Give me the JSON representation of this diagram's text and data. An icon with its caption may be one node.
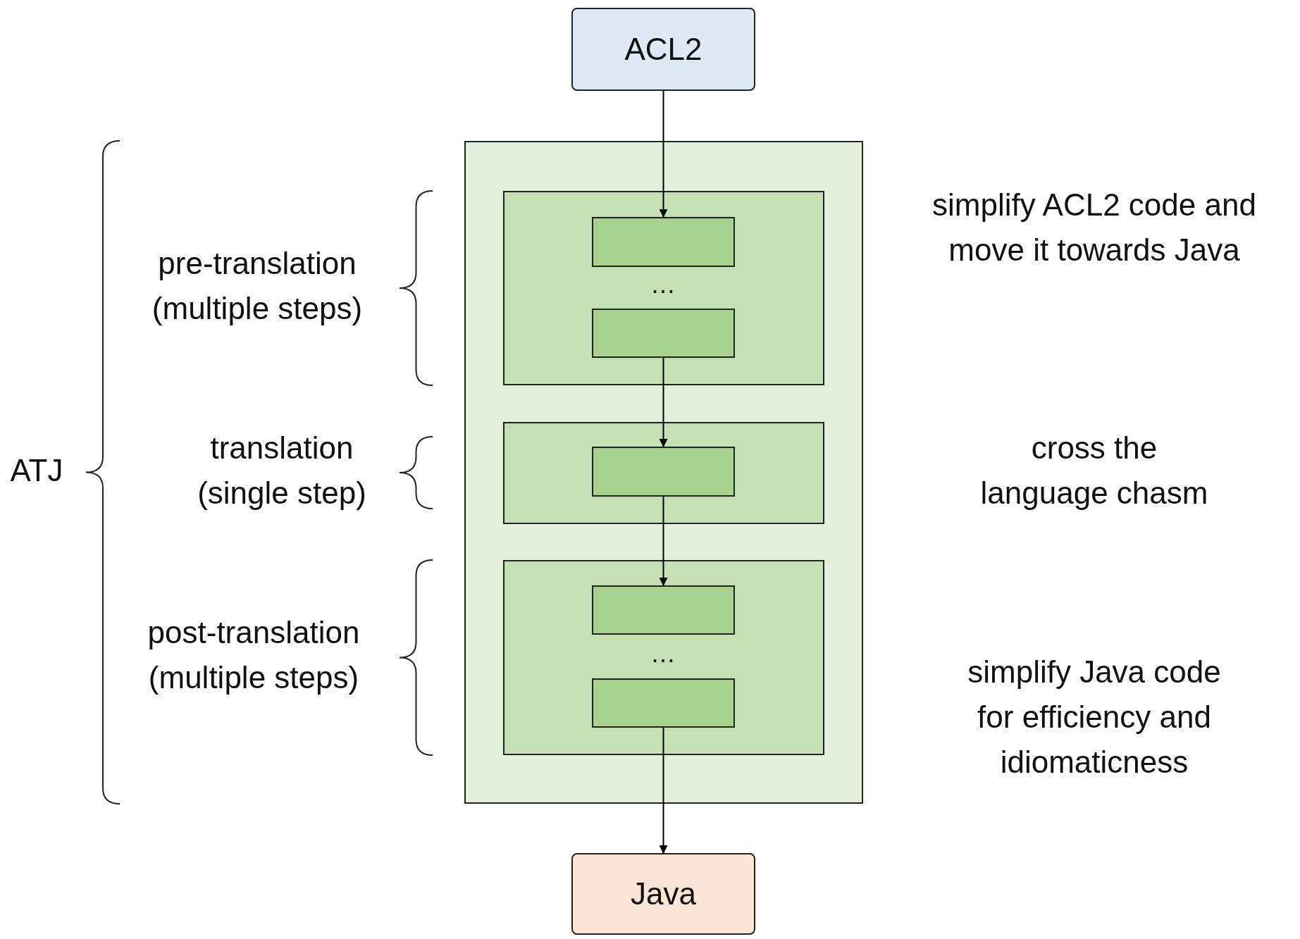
{
  "diagram": {
    "nodes": [
      {
        "text": [
          "ACL2"
        ]
      },
      {
        "text": [],
        "shape": "box"
      },
      {
        "text": [],
        "shape": "box",
        "in": 1
      },
      {
        "text": [],
        "shape": "box",
        "in": 2
      },
      {
        "text": [],
        "shape": "box",
        "in": 2
      },
      {
        "text": [],
        "shape": "box",
        "in": 1
      },
      {
        "text": [],
        "shape": "box",
        "in": 5
      },
      {
        "text": [],
        "shape": "box",
        "in": 1
      },
      {
        "text": [],
        "shape": "box",
        "in": 7
      },
      {
        "text": [],
        "shape": "box",
        "in": 7
      },
      {
        "text": [
          "Java"
        ]
      }
    ],
    "edges": [
      {
        "from": 0,
        "to": 3,
        "arrow": "to"
      },
      {
        "from": 4,
        "to": 6,
        "arrow": "to"
      },
      {
        "from": 6,
        "to": 8,
        "arrow": "to"
      },
      {
        "from": 9,
        "to": 10,
        "arrow": "to"
      }
    ],
    "labels": [
      "pre-translation (multiple steps)",
      "…",
      "simplify ACL2 code and move it towards Java",
      "ATJ",
      "translation (single step)",
      "cross the language chasm",
      "post-translation (multiple steps)",
      "…",
      "simplify Java code for efficiency and idiomaticness"
    ]
  }
}
